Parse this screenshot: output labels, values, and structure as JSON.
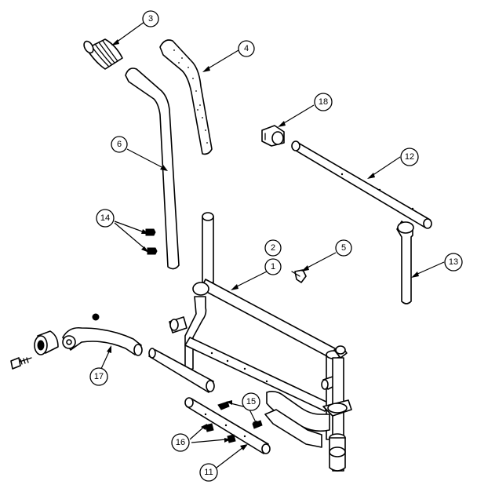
{
  "callouts": {
    "c1": "1",
    "c2": "2",
    "c3": "3",
    "c4": "4",
    "c5": "5",
    "c6": "6",
    "c11": "11",
    "c12": "12",
    "c13": "13",
    "c14": "14",
    "c15": "15",
    "c16": "16",
    "c17": "17",
    "c18": "18"
  },
  "colors": {
    "ink": "#000000",
    "paper": "#ffffff"
  }
}
